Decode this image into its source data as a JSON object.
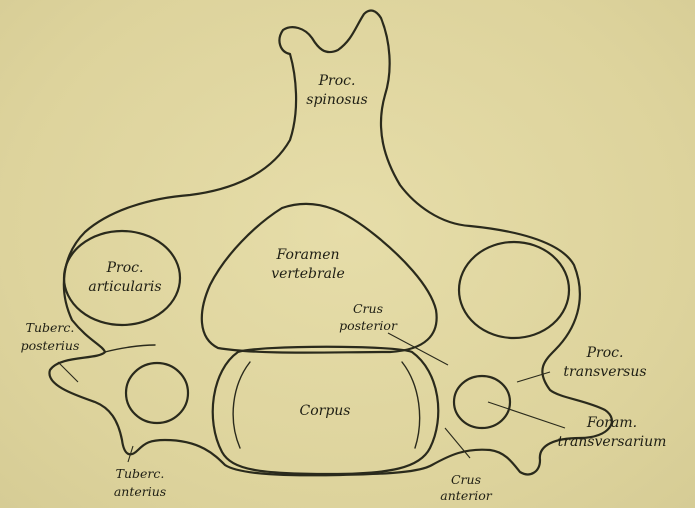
{
  "labels": {
    "proc_spinosus": [
      "Proc.",
      "spinosus"
    ],
    "proc_articularis": [
      "Proc.",
      "articularis"
    ],
    "foramen_vertebrale": [
      "Foramen",
      "vertebrale"
    ],
    "crus_posterior": [
      "Crus",
      "posterior"
    ],
    "tuberc_posterius": [
      "Tuberc.",
      "posterius"
    ],
    "proc_transversus": [
      "Proc.",
      "transversus"
    ],
    "corpus": [
      "Corpus"
    ],
    "foram_transversarium": [
      "Foram.",
      "transversarium"
    ],
    "tuberc_anterius": [
      "Tuberc.",
      "anterius"
    ],
    "crus_anterior": [
      "Crus",
      "anterior"
    ]
  },
  "colors": {
    "paper": "#e2d9a4",
    "ink": "#2a2a1c"
  }
}
